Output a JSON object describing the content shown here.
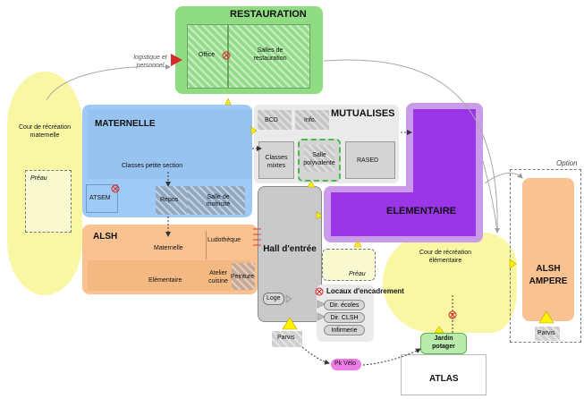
{
  "restauration": {
    "title": "RESTAURATION",
    "office": "Office",
    "salles": "Salles de restauration"
  },
  "logistique": "logistique et personnel",
  "cour_maternelle": "Cour de récréation maternelle",
  "preau": "Préau",
  "maternelle": {
    "title": "MATERNELLE",
    "classes": "Classes petite section",
    "atsem": "ATSEM",
    "repos": "Repos",
    "motricite": "Salle de motricité"
  },
  "mutualises": {
    "title": "MUTUALISES",
    "bcd": "BCD",
    "info": "Info.",
    "classes_mixtes": "Classes mixtes",
    "salle_polyvalente": "Salle polyvalente",
    "rased": "RASED"
  },
  "elementaire": {
    "title": "ELEMENTAIRE"
  },
  "alsh": {
    "title": "ALSH",
    "maternelle": "Maternelle",
    "elementaire": "Elémentaire",
    "ludotheque": "Ludothèque",
    "atelier_cuisine": "Atelier cuisine",
    "peinture": "Peinture"
  },
  "hall": "Hall d'entrée",
  "loge": "Loge",
  "locaux": {
    "title": "Locaux d'encadrement",
    "dir_ecoles": "Dir. écoles",
    "dir_clsh": "Dir. CLSH",
    "infirmerie": "Infirmerie"
  },
  "preau_elem": "Préau",
  "cour_elementaire": "Cour de récréation élémentaire",
  "option": "Option",
  "alsh_ampere": "ALSH AMPERE",
  "parvis": "Parvis",
  "parvis_ampere": "Parvis",
  "jardin": "Jardin potager",
  "pk_velo": "Pk Vélo",
  "atlas": "ATLAS",
  "colors": {
    "restauration": "#8fdc83",
    "maternelle": "#9fcaf5",
    "alsh": "#fac291",
    "elementaire": "#9b35e8",
    "cour": "#f9f7a4",
    "hall": "#c9c9c9"
  }
}
